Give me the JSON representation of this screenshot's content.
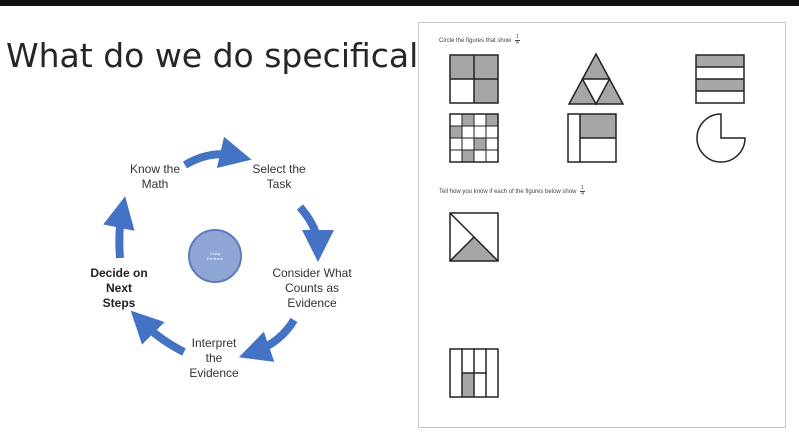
{
  "slide": {
    "title": "What do we do specifically?"
  },
  "cycle": {
    "steps": [
      {
        "label": "Know the\nMath",
        "bold": false
      },
      {
        "label": "Select the\nTask",
        "bold": false
      },
      {
        "label": "Consider What\nCounts as\nEvidence",
        "bold": false
      },
      {
        "label": "Interpret\nthe\nEvidence",
        "bold": false
      },
      {
        "label": "Decide on\nNext\nSteps",
        "bold": true
      }
    ],
    "center_label": "Using\nEvidence",
    "colors": {
      "arrow": "#4472c4",
      "center_fill": "#8fa6d4",
      "center_border": "#5c7cbf"
    }
  },
  "worksheet": {
    "instruction_1": "Circle the figures that show",
    "instruction_2": "Tell how you know if each of the figures below show",
    "fraction": {
      "numerator": "1",
      "denominator": "4"
    },
    "figures": [
      {
        "name": "square-2x2-one-shaded"
      },
      {
        "name": "triangle-four-parts"
      },
      {
        "name": "rectangle-horizontal-strips"
      },
      {
        "name": "grid-4x4"
      },
      {
        "name": "rectangle-split"
      },
      {
        "name": "circle-quarter-missing"
      },
      {
        "name": "square-diagonal-triangles"
      },
      {
        "name": "rectangle-four-columns"
      }
    ],
    "colors": {
      "shade": "#a6a6a6",
      "line": "#222222"
    }
  }
}
